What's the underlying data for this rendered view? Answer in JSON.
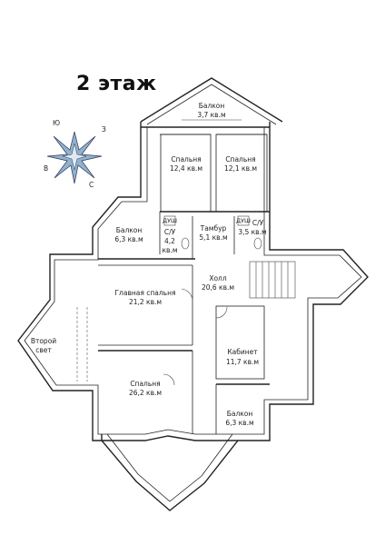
{
  "floor_title": "2 этаж",
  "compass": {
    "letters": [
      "Ю",
      "З",
      "В",
      "С"
    ]
  },
  "rooms": {
    "balcony_top": {
      "name": "Балкон",
      "area": "3,7 кв.м"
    },
    "bedroom_a": {
      "name": "Спальня",
      "area": "12,4 кв.м"
    },
    "bedroom_b": {
      "name": "Спальня",
      "area": "12,1 кв.м"
    },
    "balcony_left": {
      "name": "Балкон",
      "area": "6,3 кв.м"
    },
    "bath_left": {
      "name": "С/У",
      "area": "4,2",
      "unit": "кв.м",
      "shower": "ДУШ"
    },
    "vestibule": {
      "name": "Тамбур",
      "area": "5,1 кв.м"
    },
    "bath_right": {
      "name": "С/У",
      "area": "3,5 кв.м",
      "shower": "ДУШ"
    },
    "master_bedroom": {
      "name": "Главная спальня",
      "area": "21,2 кв.м"
    },
    "hall": {
      "name": "Холл",
      "area": "20,6 кв.м"
    },
    "second_light": {
      "name": "Второй",
      "name2": "свет"
    },
    "study": {
      "name": "Кабинет",
      "area": "11,7 кв.м"
    },
    "bedroom_big": {
      "name": "Спальня",
      "area": "26,2 кв.м"
    },
    "balcony_bottom": {
      "name": "Балкон",
      "area": "6,3 кв.м"
    }
  },
  "colors": {
    "compass_fill": "#8fb3cf",
    "wall": "#222222"
  }
}
